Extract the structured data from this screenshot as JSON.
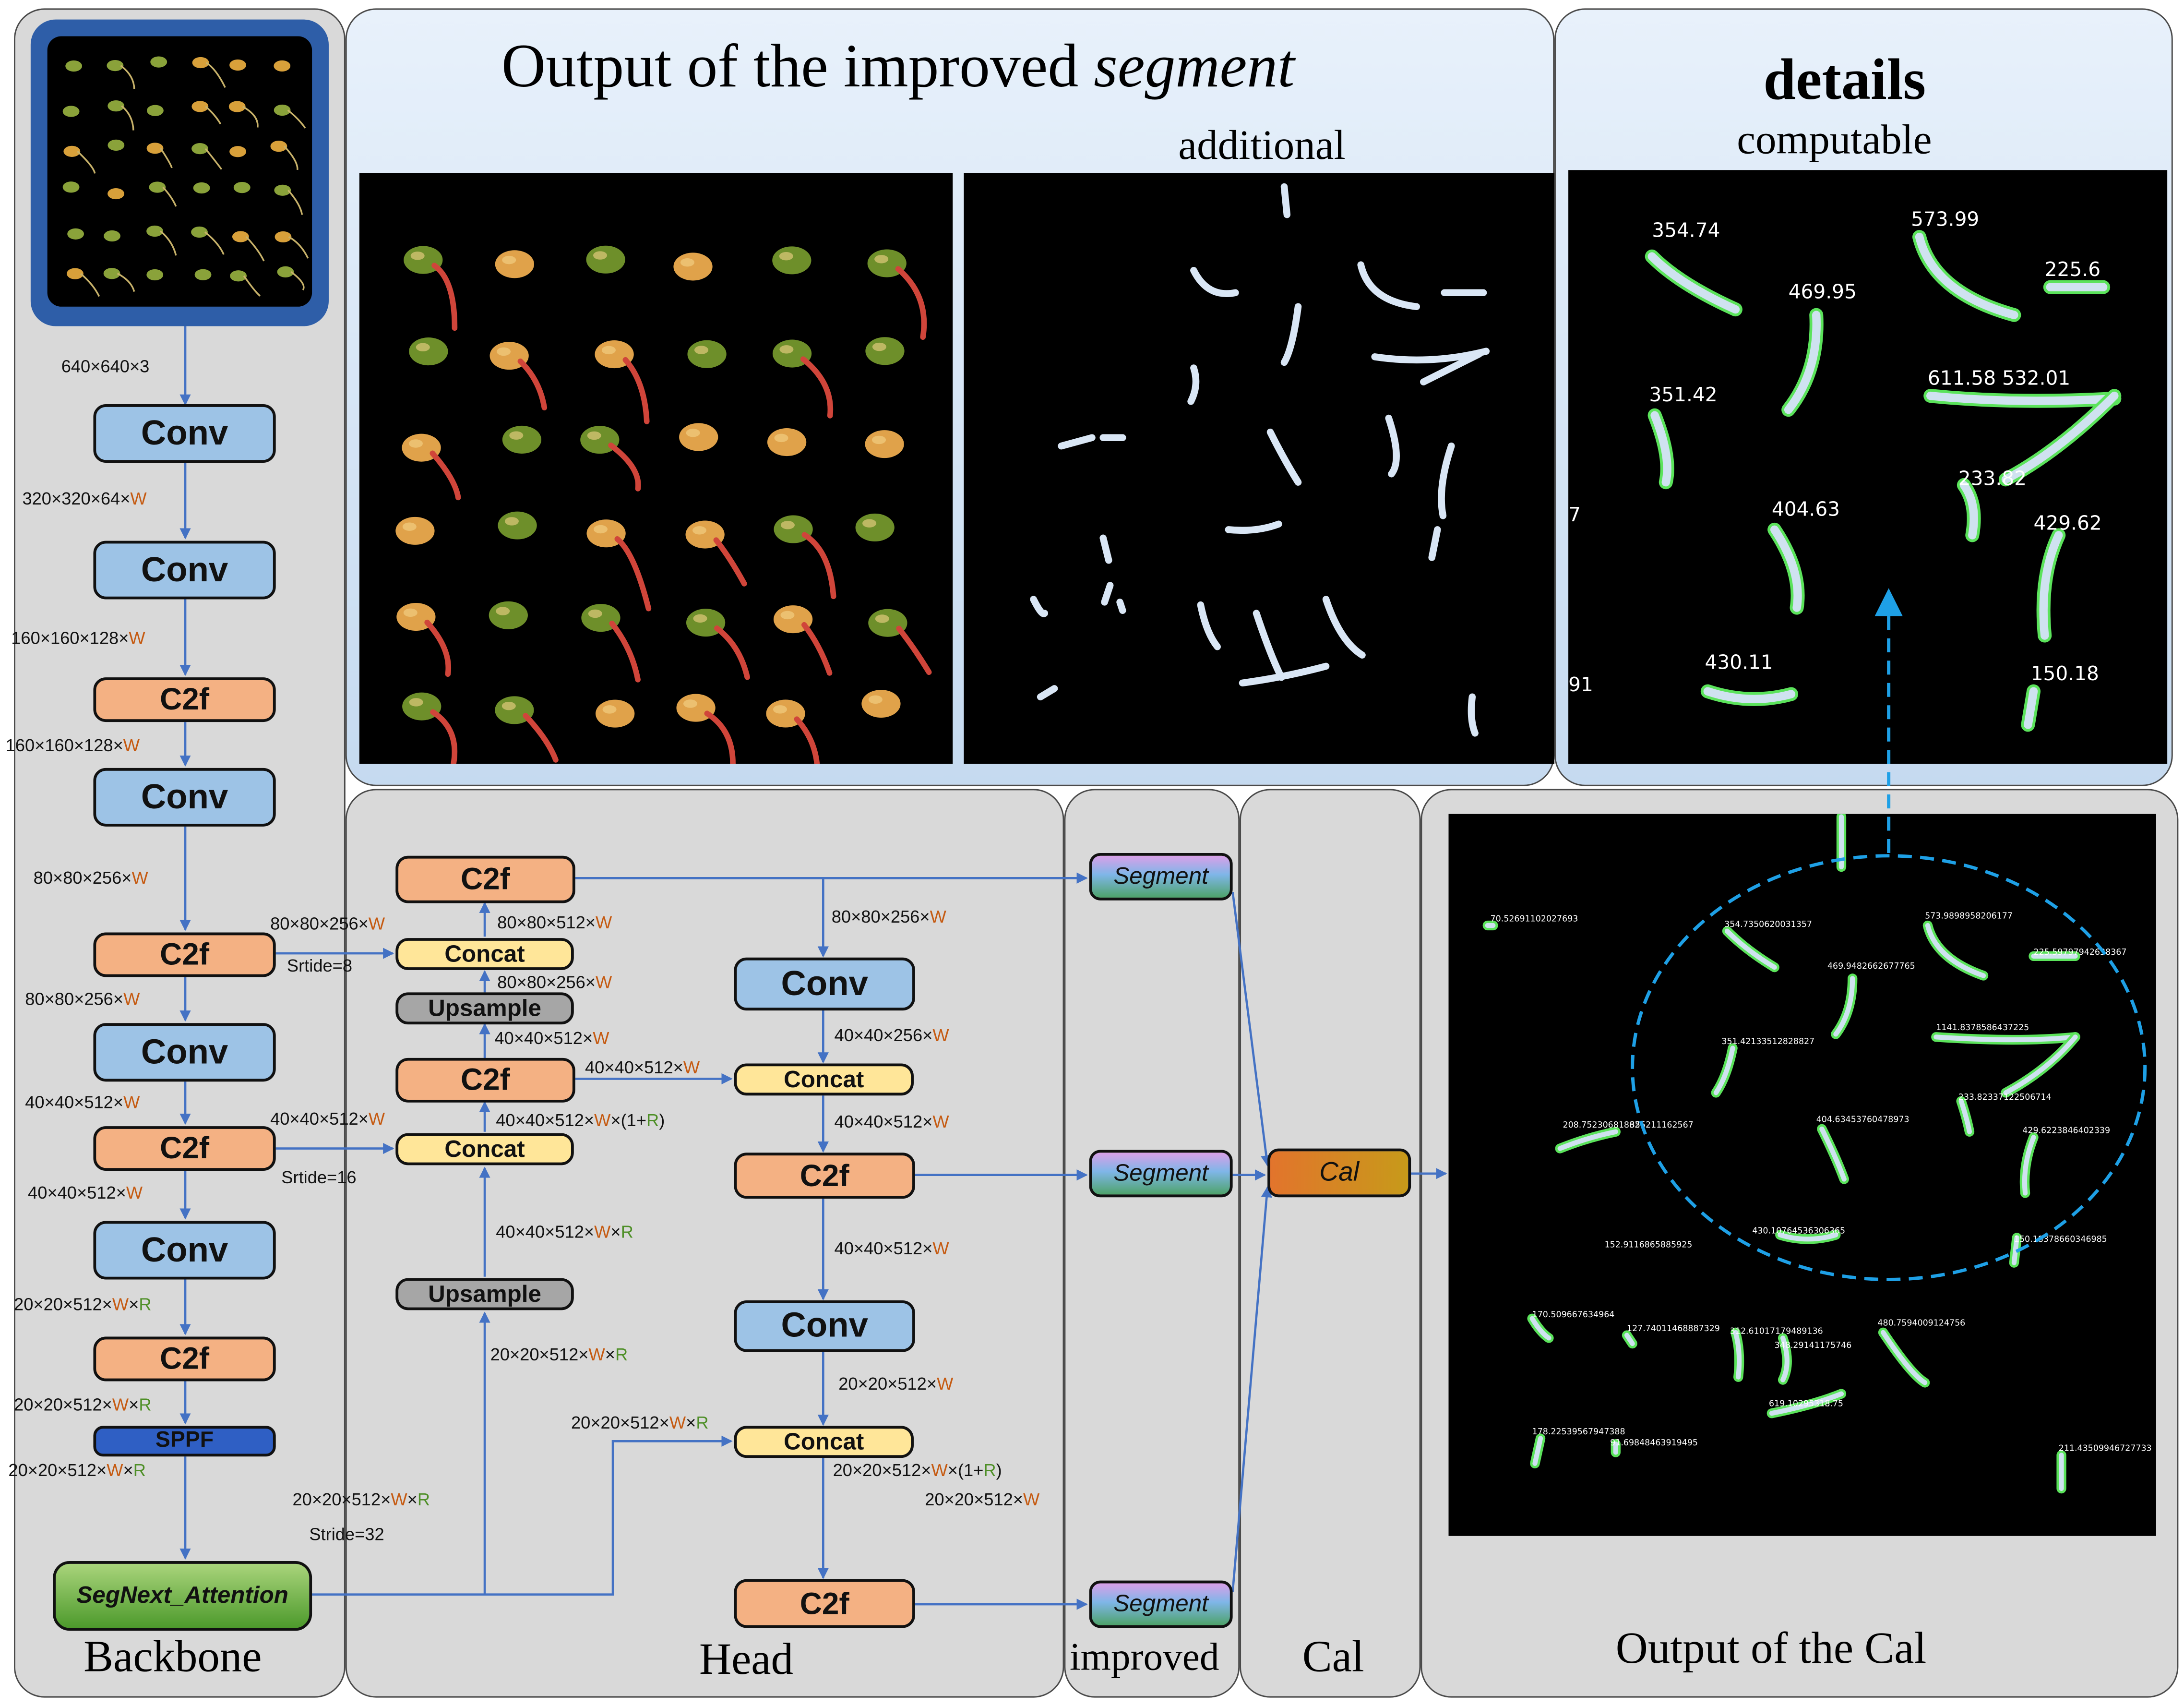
{
  "titles": {
    "top_main_prefix": "Output of the improved ",
    "top_main_italic": "segment",
    "top_additional": "additional",
    "details": "details",
    "computable": "computable",
    "backbone": "Backbone",
    "head": "Head",
    "improved": "improved",
    "cal": "Cal",
    "output_cal": "Output of the Cal"
  },
  "blocks": {
    "conv": "Conv",
    "c2f": "C2f",
    "sppf": "SPPF",
    "concat": "Concat",
    "upsample": "Upsample",
    "segment": "Segment",
    "cal": "Cal",
    "segnext": "SegNext_Attention"
  },
  "labels": {
    "in_640": "640×640×3",
    "b_320": "320×320×64×",
    "b_160a": "160×160×128×",
    "b_160b": "160×160×128×",
    "b_80a": "80×80×256×",
    "b_80b": "80×80×256×",
    "b_40a": "40×40×512×",
    "b_40b": "40×40×512×",
    "b_20a": "20×20×512×",
    "b_20b": "20×20×512×",
    "b_20c": "20×20×512×",
    "w": "W",
    "x": "×",
    "r": "R",
    "one_plus": "×(1+",
    "close": ")",
    "h_80_256": "80×80×256×",
    "h_80_512": "80×80×512×",
    "h_80_256b": "80×80×256×",
    "h_40_512a": "40×40×512×",
    "h_40_512b": "40×40×512×",
    "h_40_512c": "40×40×512×",
    "h_40_512d": "40×40×512×",
    "h_40_512wr": "40×40×512×",
    "h_20_512wr": "20×20×512×",
    "srtide8": "Srtide=8",
    "srtide16": "Srtide=16",
    "stride32": "Stride=32",
    "h_20_512wr2": "20×20×512×",
    "r_80_256": "80×80×256×",
    "r_40_256": "40×40×256×",
    "r_40_512": "40×40×512×",
    "r_40_512b": "40×40×512×",
    "r_20_512": "20×20×512×",
    "r_20_512b": "20×20×512×",
    "r_20_512c": "20×20×512×",
    "r_20_512wr": "20×20×512×",
    "r_20_512w": "20×20×512×"
  },
  "details_values": [
    "354.74",
    "573.99",
    "225.6",
    "469.95",
    "351.42",
    "611.58 532.01",
    "233.82",
    "404.63",
    "429.62",
    "430.11",
    "150.18",
    "7",
    "91"
  ],
  "output_values": [
    "70.52691102027693",
    "354.7350620031357",
    "573.9898958206177",
    "225.59797942638367",
    "469.9482662677765",
    "351.42133512828827",
    "1141.8378586437225",
    "233.82337122506714",
    "208.75230681862",
    "355211162567",
    "404.63453760478973",
    "429.6223846402339",
    "430.10764536306365",
    "150.18378660346985",
    "152.9116865885925",
    "170.509667634964",
    "127.74011468887329",
    "312.61017179489136",
    "348.29141175746",
    "480.7594009124756",
    "619.10295318",
    "...75",
    "178.22539567947388",
    "91.69848463919495",
    "211.43509946727733"
  ],
  "colors": {
    "conv": "#9dc3e6",
    "c2f": "#f4b183",
    "concat": "#ffe699",
    "upsample": "#a6a6a6",
    "sppf": "#2f5fc4",
    "arrow": "#4472c4",
    "dashed": "#1ea0e6",
    "w_text": "#c55a11",
    "r_text": "#4e8f27"
  }
}
